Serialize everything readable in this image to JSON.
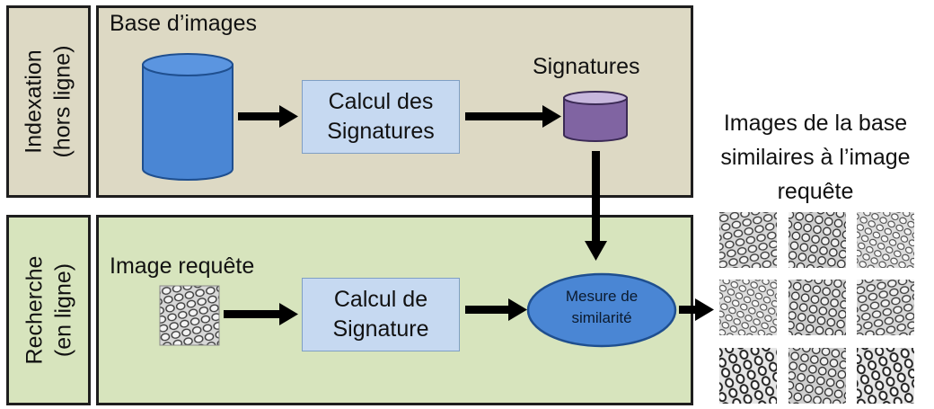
{
  "indexation": {
    "side_label_line1": "Indexation",
    "side_label_line2": "(hors ligne)",
    "database_label": "Base d’images",
    "compute_line1": "Calcul des",
    "compute_line2": "Signatures",
    "signatures_label": "Signatures"
  },
  "recherche": {
    "side_label_line1": "Recherche",
    "side_label_line2": "(en ligne)",
    "query_label": "Image requête",
    "compute_line1": "Calcul de",
    "compute_line2": "Signature",
    "similarity_line1": "Mesure de",
    "similarity_line2": "similarité"
  },
  "results": {
    "title_line1": "Images de la base",
    "title_line2": "similaires à l’image",
    "title_line3": "requête"
  },
  "colors": {
    "indexation_bg": "#ddd9c4",
    "recherche_bg": "#d7e4bd",
    "process_box": "#c6d9f1",
    "database_cylinder": "#4a86d4",
    "signature_cylinder": "#8064a2",
    "similarity_ellipse": "#4a86d4"
  }
}
